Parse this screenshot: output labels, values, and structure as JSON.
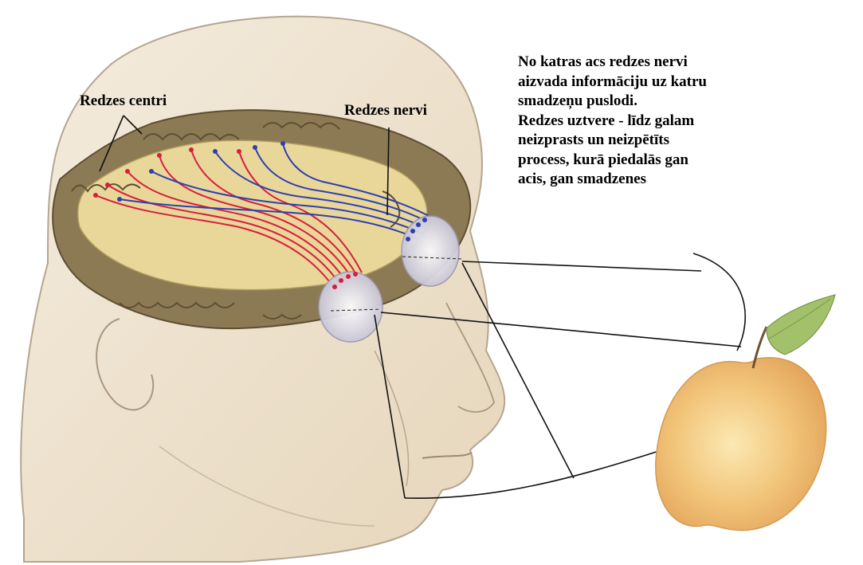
{
  "labels": {
    "visual_centers": "Redzes centri",
    "optic_nerves": "Redzes nervi"
  },
  "description": {
    "lines": [
      "No katras acs redzes nervi",
      "aizvada informāciju uz katru",
      "smadzeņu puslodi.",
      "Redzes uztvere - līdz galam",
      "neizprasts un neizpētīts",
      "process, kurā piedalās gan",
      "acis, gan smadzenes"
    ]
  },
  "colors": {
    "skin": "#efe3cf",
    "skin_line": "#b5a590",
    "brain_gray": "#8c7a55",
    "brain_yellow": "#e9d79a",
    "nerve_red": "#d81e3c",
    "nerve_blue": "#2e3fb0",
    "apple": "#f0c27a",
    "leaf": "#a3c06a"
  }
}
